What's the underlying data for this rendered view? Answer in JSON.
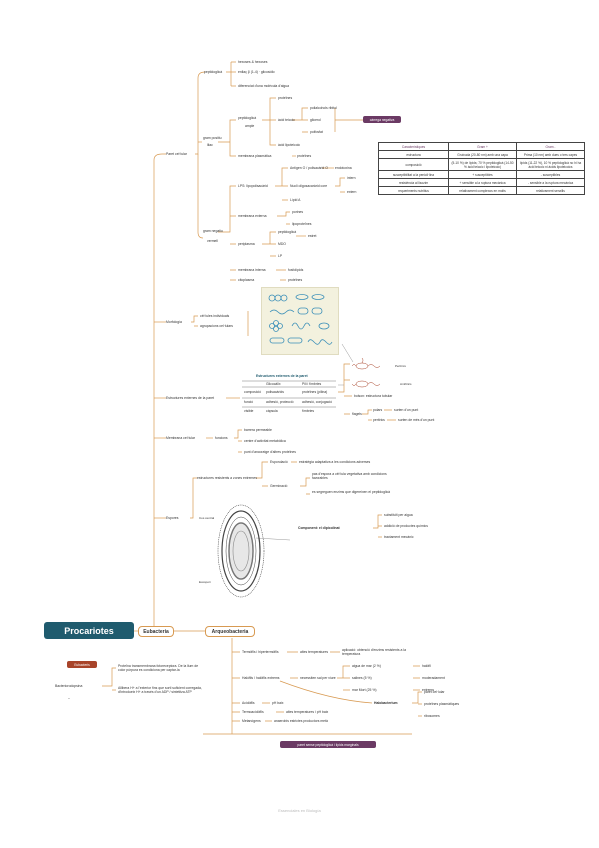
{
  "root": "Procariotes",
  "hubs": {
    "eubacteria": "Eubacteria",
    "archaea": "Arqueobacteria"
  },
  "eubacteria": {
    "paret": {
      "label": "Paret cel·lular",
      "peptidoglica": "peptidoglicà",
      "pep_items": [
        "hexoses & hexoses",
        "enllaç β (1-4) · glicosídic",
        "diferenciat d'una molècula d'aigua"
      ],
      "gram_pos": "gram positiu",
      "gram_pos2": "lilac",
      "gp_pep": "peptidoglicà",
      "gp_pep2": "ample",
      "proteines": "proteïnes",
      "acid_teicoic": "àcid teicoic",
      "teicoic_items": [
        "polialcohols ribitol",
        "glicerol",
        "polfosfat"
      ],
      "acid_lipoteicoic": "àcid lipoteicoic",
      "membrana_plasmatica": "membrana plasmàtica",
      "mp_prot": "proteïnes",
      "tag_negative": "càrrega negativa",
      "gram_neg": "gram negatiu",
      "gram_neg2": "vermell",
      "lps": "LPS: lipopolisacàrid",
      "antigen_o": "Antígen O / polisacàrid O",
      "antigen_o_r": "endotoxina",
      "nucli_olig": "Nucli oligosacaràrid core",
      "nucli_items": [
        "intern",
        "extern"
      ],
      "lipid_a": "Lípid A",
      "membrana_externa": "membrana externa",
      "me_items": [
        "porines",
        "lipoproteïnes"
      ],
      "periplasma": "periplasma",
      "per_items": [
        "peptidoglicà",
        "MDO",
        "LP"
      ],
      "per_right": "estret",
      "membrana_interna": "membrana interna",
      "mi_right": "fosfolípids",
      "citoplasma": "citoplasma",
      "cit_right": "proteïnes"
    },
    "morfologia": {
      "label": "Morfologia",
      "items": [
        "cèl·lules individuals",
        "agrupacions cel·lulars"
      ]
    },
    "estructures": {
      "label": "Estructures externes de la paret",
      "table_title": "Estructures externes de la paret",
      "table_head": [
        "",
        "Glicocàlix",
        "Pili i fímbries"
      ],
      "table_rows": [
        [
          "composició",
          "polisacàrids",
          "proteïnes (pilina)"
        ],
        [
          "funció",
          "adhesió, protecció",
          "adhesió, conjugació"
        ],
        [
          "visible",
          "càpsula",
          "fímbries"
        ]
      ],
      "flag_labels": [
        "Peritrics",
        "Amfitrics"
      ],
      "bolson": "bolson: estructura tubular",
      "flagels": "flagels",
      "polars": "polars",
      "polars_r": "surten d'un punt",
      "peritrics": "peritrics",
      "peritrics_r": "surten de més d'un punt"
    },
    "membrana": {
      "label": "Membrana cel·lular",
      "funcions": "funcions",
      "items": [
        "barrera permeable",
        "centre d'activitat metabòlica",
        "punt d'ancoratge d'altres proteïnes"
      ]
    },
    "espores": {
      "label": "Espores",
      "estructures": "estructures resistents a zones extremes",
      "esporulacio": "Esporulació",
      "esp_r": "estratègia adaptativa a les condicions adverses",
      "germinacio": "Germinació",
      "germ_items": [
        "pas d'espora a cèl·lula vegetativa amb condicions favorables",
        "es segreguen enzims que digereixen el peptidoglicà"
      ],
      "component": "Component: el dipicolinat",
      "comp_items": [
        "substituït per aigua",
        "addició de productes químics",
        "tractament mecànic"
      ],
      "spore_labels": [
        "Cos central",
        "Exospori"
      ]
    }
  },
  "side": {
    "tag": "Eubacteris",
    "bacterio_label": "Bacteriorodopsina",
    "bacterio_dash": "–",
    "bacterio_items": [
      "Proteïna transmembrana fotoreceptora. De la llum de color púrpura es condiciona per captar-la",
      "Allibera H+ a l'exterior fins que sorti suficient corregada, d'introdueix H+ a través d'un ADP / sintetitza ATP"
    ]
  },
  "archaea": {
    "termofils": "Termòfils i hipertermòfils",
    "term_r1": "altes temperatures",
    "term_r2": "aplicació: obtenció d'enzims resistents a la temperatura",
    "halofils": "Halòfils / halòfils extrems",
    "hal_r1": "necessiten sal per viure",
    "hal_pairs": [
      [
        "aigua de mar (2 %)",
        "halòfil"
      ],
      [
        "salines (5 %)",
        "moderadament"
      ],
      [
        "mar Mort (25 %)",
        "extrems"
      ]
    ],
    "acidofils": "Acidòfils",
    "acid_r": "pH baix",
    "termoacidofils": "Termoacidòfils",
    "termoacid_r": "altes temperatures i pH baix",
    "metanogens": "Metanògens",
    "meta_r": "anaerobis estrictes productors metà",
    "halo": "Halobacterium",
    "halo_items": [
      "paret cel·lular",
      "proteïnes plasmàtiques",
      "ribosomes"
    ],
    "bottom_tag": "paret sense peptidoglicà i lípids marginals"
  },
  "comparison": {
    "head": [
      "Característiques",
      "Gram +",
      "Gram -"
    ],
    "rows": [
      [
        "estructura",
        "Gruixuda (20-80 nm) amb una capa",
        "Prima (10 nm) amb dues o tres capes"
      ],
      [
        "composició",
        "(5-10 %) de lípids; 70 % peptidoglicà (14-50 % àcid teicoic i lipoteicoic)",
        "lípids (11-22 %), 10 % peptidoglicà no hi ha àcid teicoic ni àcids lipoteicoics"
      ],
      [
        "susceptibilitat a la penicil·lina",
        "+ susceptibles",
        "- susceptibles"
      ],
      [
        "resistència al lisozim",
        "+ sensible a la ruptura mecànica",
        "- sensible a la ruptura mecànica"
      ],
      [
        "requeriments nutritius",
        "relativament complexos en molts",
        "relativament senzills"
      ]
    ]
  },
  "footer": "Essenciales en Biología"
}
